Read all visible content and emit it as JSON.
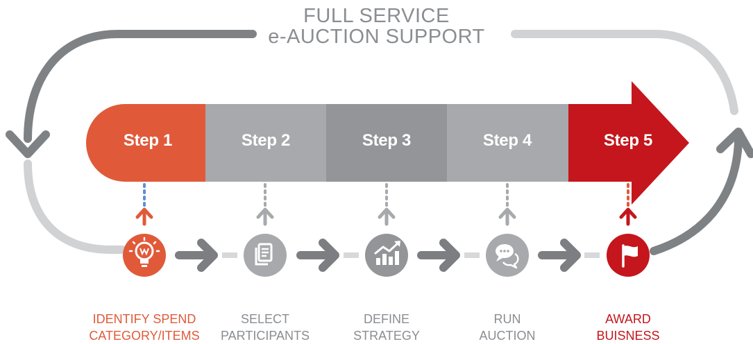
{
  "title": {
    "line1": "FULL SERVICE",
    "line2": "e-AUCTION SUPPORT"
  },
  "colors": {
    "orange": "#e05a3a",
    "red": "#c4161c",
    "gray_light": "#a7a9ac",
    "gray_mid": "#939598",
    "gray_dark": "#7c7e82",
    "loop_gray": "#7f8285",
    "loop_light": "#d0d2d3",
    "caption_gray": "#8a8d91"
  },
  "steps": [
    {
      "label": "Step 1",
      "icon": "lightbulb-icon",
      "caption1": "IDENTIFY SPEND",
      "caption2": "CATEGORY/ITEMS",
      "color": "#e05a3a"
    },
    {
      "label": "Step 2",
      "icon": "document-list-icon",
      "caption1": "SELECT",
      "caption2": "PARTICIPANTS",
      "color": "#a7a9ac"
    },
    {
      "label": "Step 3",
      "icon": "growth-chart-icon",
      "caption1": "DEFINE",
      "caption2": "STRATEGY",
      "color": "#939598"
    },
    {
      "label": "Step 4",
      "icon": "chat-bubbles-icon",
      "caption1": "RUN",
      "caption2": "AUCTION",
      "color": "#a7a9ac"
    },
    {
      "label": "Step 5",
      "icon": "flag-icon",
      "caption1": "AWARD",
      "caption2": "BUISNESS",
      "color": "#c4161c"
    }
  ]
}
